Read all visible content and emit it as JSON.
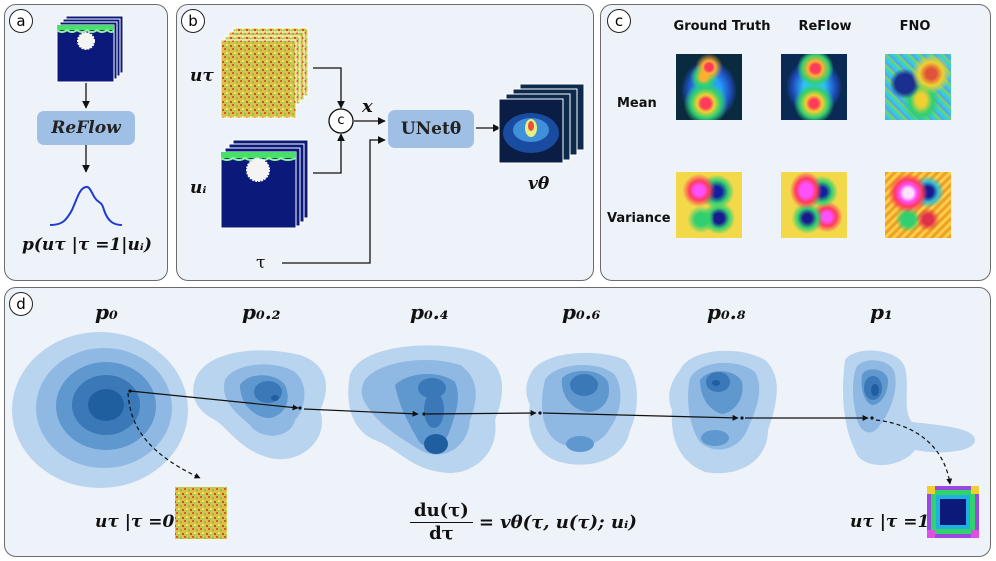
{
  "panels": {
    "a": {
      "badge": "a",
      "box_label": "ReFlow",
      "output_label": "p(uτ |τ =1|uᵢ)"
    },
    "b": {
      "badge": "b",
      "input_tau_label": "uτ",
      "input_i_label": "uᵢ",
      "concat_label": "c",
      "x_label": "x",
      "box_label": "UNetθ",
      "output_label": "vθ",
      "time_label": "τ"
    },
    "c": {
      "badge": "c",
      "columns": [
        "Ground Truth",
        "ReFlow",
        "FNO"
      ],
      "rows": [
        "Mean",
        "Variance"
      ]
    },
    "d": {
      "badge": "d",
      "stages": [
        "p₀",
        "p₀.₂",
        "p₀.₄",
        "p₀.₆",
        "p₀.₈",
        "p₁"
      ],
      "start_label": "uτ |τ =0",
      "end_label": "uτ |τ =1",
      "equation": {
        "numerator": "du(τ)",
        "denominator": "dτ",
        "rhs": "= vθ(τ, u(τ); uᵢ)"
      }
    }
  },
  "colors": {
    "panel_bg": "#eef2f9",
    "box_fill": "#9fc0e4",
    "density_dark": "#1f5fa0",
    "density_light": "#b9d4ee",
    "field_navy": "#0b1a7a",
    "curve": "#1e3bd6"
  }
}
